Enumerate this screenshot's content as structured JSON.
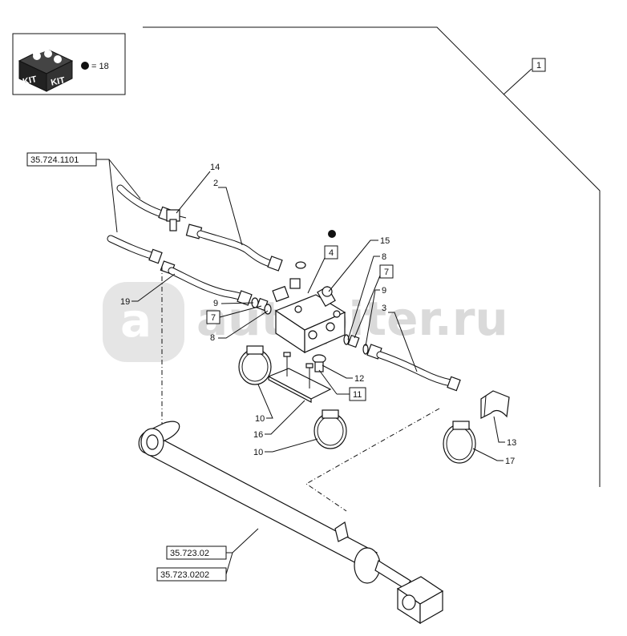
{
  "kit": {
    "icon": "kit-box-icon",
    "label_left": "KIT",
    "label_right": "KIT",
    "legend_symbol": "filled-dot-icon",
    "legend_value": "= 18"
  },
  "watermark": {
    "logo_text": "a",
    "text": "autopiter.ru"
  },
  "references": {
    "ref_top_left": "35.724.1101",
    "ref_bottom_1": "35.723.02",
    "ref_bottom_2": "35.723.0202"
  },
  "boxed_labels": {
    "b1": "1",
    "b4": "4",
    "b7a": "7",
    "b7b": "7",
    "b11": "11"
  },
  "callouts": {
    "c14": "14",
    "c2": "2",
    "c15": "15",
    "c8a": "8",
    "c9a": "9",
    "c3": "3",
    "c19": "19",
    "c9b": "9",
    "c8b": "8",
    "c12": "12",
    "c10a": "10",
    "c16": "16",
    "c10b": "10",
    "c13": "13",
    "c17": "17"
  },
  "colors": {
    "ink": "#111111",
    "watermark": "#d6d6d6",
    "kit_box": "#222222"
  }
}
